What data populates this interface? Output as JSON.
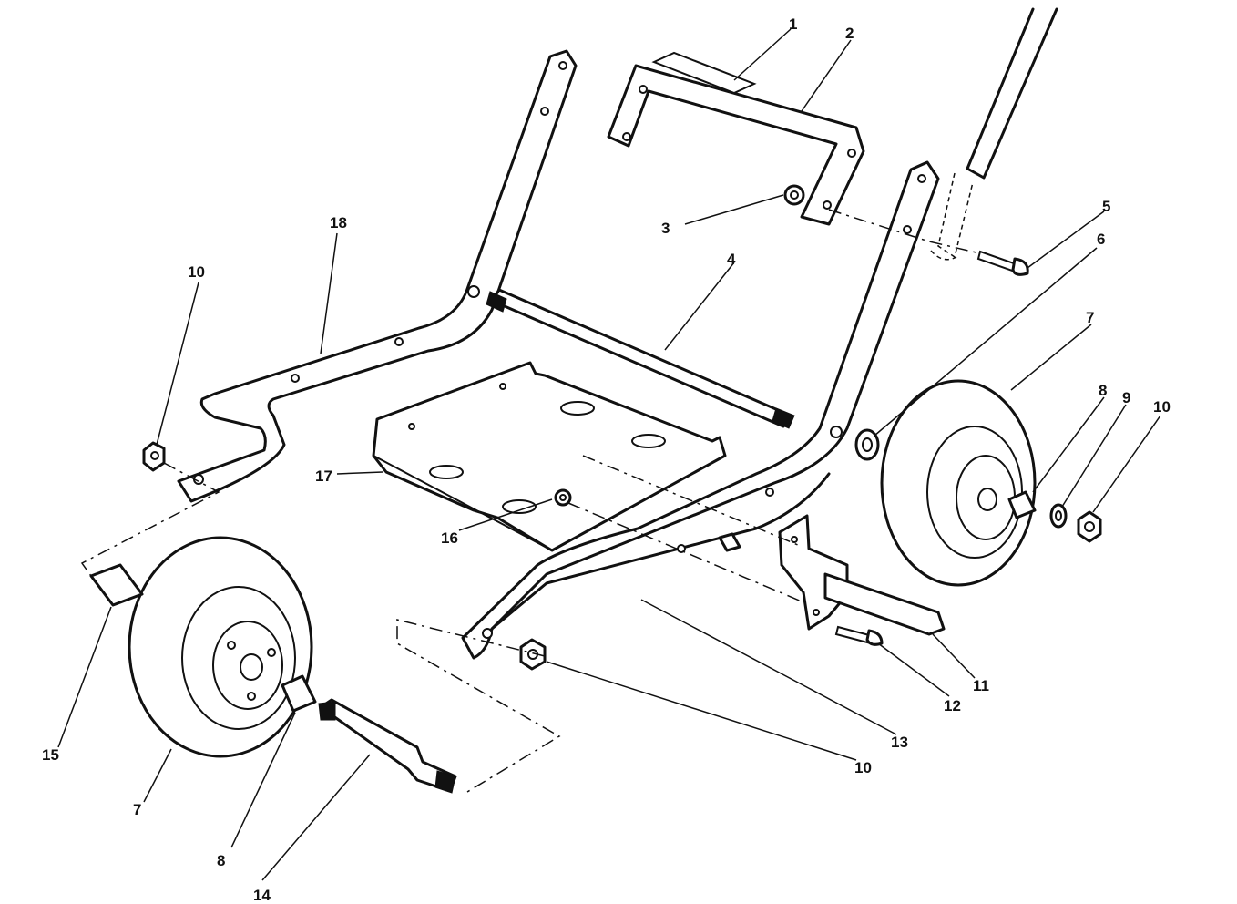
{
  "diagram": {
    "type": "exploded-parts-diagram",
    "callouts": [
      {
        "id": "c1",
        "label": "1"
      },
      {
        "id": "c2",
        "label": "2"
      },
      {
        "id": "c3",
        "label": "3"
      },
      {
        "id": "c4",
        "label": "4"
      },
      {
        "id": "c5",
        "label": "5"
      },
      {
        "id": "c6",
        "label": "6"
      },
      {
        "id": "c7a",
        "label": "7"
      },
      {
        "id": "c7b",
        "label": "7"
      },
      {
        "id": "c8a",
        "label": "8"
      },
      {
        "id": "c8b",
        "label": "8"
      },
      {
        "id": "c9",
        "label": "9"
      },
      {
        "id": "c10a",
        "label": "10"
      },
      {
        "id": "c10b",
        "label": "10"
      },
      {
        "id": "c10c",
        "label": "10"
      },
      {
        "id": "c11",
        "label": "11"
      },
      {
        "id": "c12",
        "label": "12"
      },
      {
        "id": "c13",
        "label": "13"
      },
      {
        "id": "c14",
        "label": "14"
      },
      {
        "id": "c15",
        "label": "15"
      },
      {
        "id": "c16",
        "label": "16"
      },
      {
        "id": "c17",
        "label": "17"
      },
      {
        "id": "c18",
        "label": "18"
      }
    ]
  }
}
